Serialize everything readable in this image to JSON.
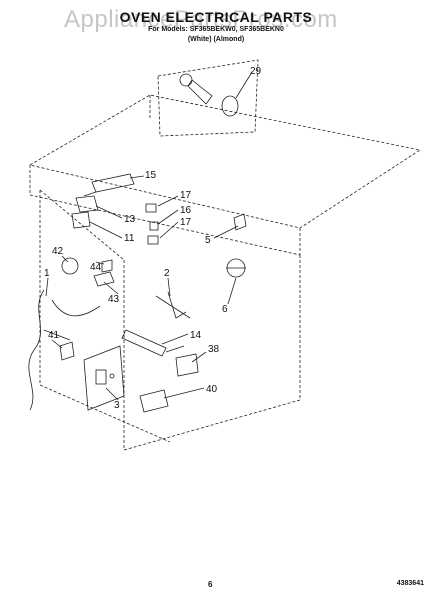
{
  "header": {
    "watermark": "AppliancePartsPros.com",
    "title": "OVEN ELECTRICAL PARTS",
    "subtitle": "For Models: SF365BEKW0, SF365BEKN0",
    "variant": "(White)   (Almond)"
  },
  "callouts": [
    {
      "id": "c29",
      "label": "29"
    },
    {
      "id": "c15",
      "label": "15"
    },
    {
      "id": "c17a",
      "label": "17"
    },
    {
      "id": "c16",
      "label": "16"
    },
    {
      "id": "c17b",
      "label": "17"
    },
    {
      "id": "c13",
      "label": "13"
    },
    {
      "id": "c11",
      "label": "11"
    },
    {
      "id": "c5",
      "label": "5"
    },
    {
      "id": "c42",
      "label": "42"
    },
    {
      "id": "c44",
      "label": "44"
    },
    {
      "id": "c1",
      "label": "1"
    },
    {
      "id": "c2",
      "label": "2"
    },
    {
      "id": "c6",
      "label": "6"
    },
    {
      "id": "c43",
      "label": "43"
    },
    {
      "id": "c14",
      "label": "14"
    },
    {
      "id": "c41",
      "label": "41"
    },
    {
      "id": "c38",
      "label": "38"
    },
    {
      "id": "c40",
      "label": "40"
    },
    {
      "id": "c3",
      "label": "3"
    }
  ],
  "footer": {
    "page_number": "6",
    "doc_number": "4383641"
  }
}
